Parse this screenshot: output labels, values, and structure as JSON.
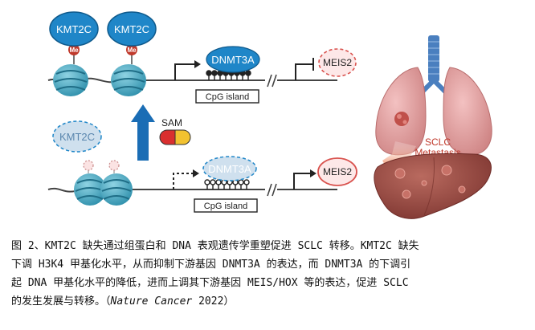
{
  "figure": {
    "top_panel": {
      "protein_1": "KMT2C",
      "protein_2": "KMT2C",
      "mark_1": "Me",
      "mark_2": "Me",
      "methyltransferase": "DNMT3A",
      "cpg_label": "CpG island",
      "target_gene": "MEIS2"
    },
    "cofactor": "SAM",
    "bottom_panel": {
      "protein": "KMT2C",
      "methyltransferase": "DNMT3A",
      "cpg_label": "CpG island",
      "target_gene": "MEIS2"
    },
    "organs": {
      "label_line1": "SCLC",
      "label_line2": "Metastasis"
    },
    "colors": {
      "kmt2c_blue": "#1f86c8",
      "nucleosome_teal": "#3fa6bf",
      "methyl_red": "#c0392b",
      "arrow_blue": "#1a6db5",
      "lung_pink": "#e6a0a0",
      "liver_brown": "#9c4a43",
      "trachea_blue": "#4a7fbf",
      "metastasis_orange": "#e8632c"
    }
  },
  "caption": {
    "text": "图 2、KMT2C 缺失通过组蛋白和 DNA 表观遗传学重塑促进 SCLC 转移。KMT2C 缺失\n下调 H3K4 甲基化水平，从而抑制下游基因 DNMT3A 的表达，而 DNMT3A 的下调引\n起 DNA 甲基化水平的降低，进而上调其下游基因 MEIS/HOX 等的表达，促进 SCLC\n的发生发展与转移。（",
    "citation": "Nature Cancer",
    "year": " 2022）"
  }
}
